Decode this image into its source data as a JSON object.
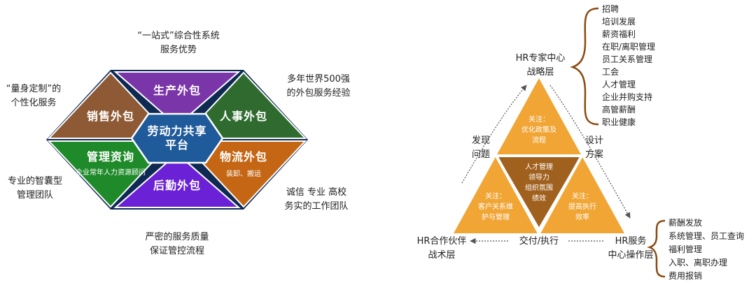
{
  "left": {
    "outer_text": {
      "one_stop_l1": "“一站式”综合性系统",
      "one_stop_l2": "服务优势",
      "custom_l1": "“量身定制”的",
      "custom_l2": "个性化服务",
      "fortune_l1": "多年世界500强",
      "fortune_l2": "的外包服务经验",
      "think_tank_l1": "专业的智囊型",
      "think_tank_l2": "管理团队",
      "integrity_l1": "诚信  专业  高校",
      "integrity_l2": "务实的工作团队",
      "quality_l1": "严密的服务质量",
      "quality_l2": "保证管控流程"
    },
    "segments": {
      "production": "生产外包",
      "sales": "销售外包",
      "hr": "人事外包",
      "consulting": "管理资询",
      "consulting_sub": "企业常年人力资源顾问",
      "logistics": "物流外包",
      "logistics_sub": "装卸、搬运",
      "logistics_log": "后勤外包",
      "center": "劳动力共享平台"
    },
    "colors": {
      "production": "#7a35a8",
      "sales": "#8e5a35",
      "hr": "#2f6b2f",
      "consulting": "#1f8a2a",
      "logistics": "#c46614",
      "logistics_log": "#6b21d6",
      "center": "#1f5a9a",
      "outline": "#0e2a52"
    }
  },
  "right": {
    "top_node": {
      "l1": "HR专家中心",
      "l2": "战略层"
    },
    "left_node": {
      "l1": "HR合作伙伴",
      "l2": "战术层"
    },
    "right_node": {
      "l1": "HR服务",
      "l2": "中心操作层"
    },
    "edge_left": {
      "l1": "发现",
      "l2": "问题"
    },
    "edge_right": {
      "l1": "设计",
      "l2": "方案"
    },
    "edge_bottom": "交付/执行",
    "tri_top": {
      "l1": "关注：",
      "l2": "优化政策及",
      "l3": "流程"
    },
    "tri_center": {
      "l1": "人才管理",
      "l2": "领导力",
      "l3": "组织氛围",
      "l4": "绩效"
    },
    "tri_left": {
      "l1": "关注：",
      "l2": "客户关系维",
      "l3": "护与管理"
    },
    "tri_right": {
      "l1": "关注：",
      "l2": "提高执行",
      "l3": "效率"
    },
    "top_list": [
      "招聘",
      "培训发展",
      "薪资福利",
      "在职/离职管理",
      "员工关系管理",
      "工会",
      "人才管理",
      "企业并购支持",
      "高管薪酬",
      "职业健康"
    ],
    "bottom_list": [
      "薪酬发放",
      "系统管理、员工查询",
      "福利管理",
      "入职、离职办理",
      "费用报销"
    ],
    "colors": {
      "triangle": "#f0a535",
      "center": "#a0601e",
      "brace": "#8a4a10",
      "arrow": "#555555"
    }
  }
}
